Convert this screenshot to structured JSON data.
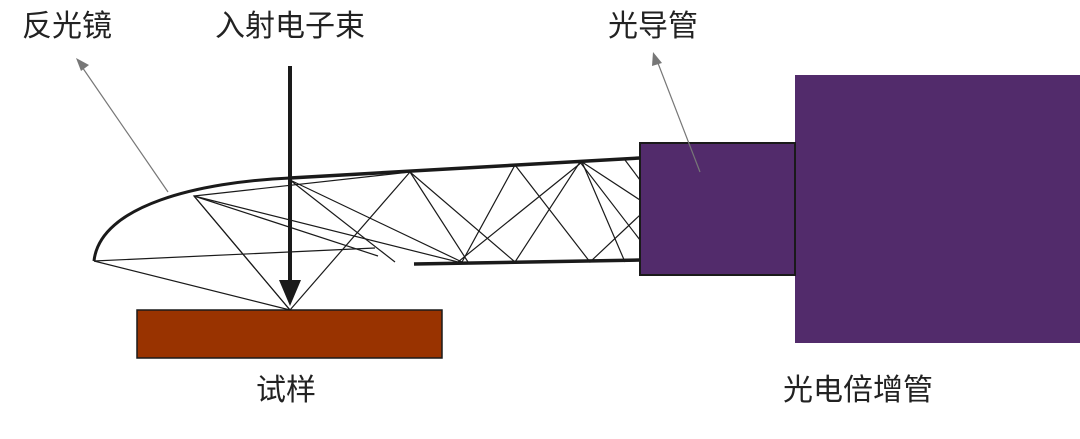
{
  "labels": {
    "mirror": "反光镜",
    "beam": "入射电子束",
    "light_guide": "光导管",
    "sample": "试样",
    "pmt": "光电倍增管"
  },
  "colors": {
    "sample": "#993300",
    "pmt": "#522b6b",
    "line": "#1a1a1a",
    "leader": "#777777",
    "text": "#222222"
  }
}
